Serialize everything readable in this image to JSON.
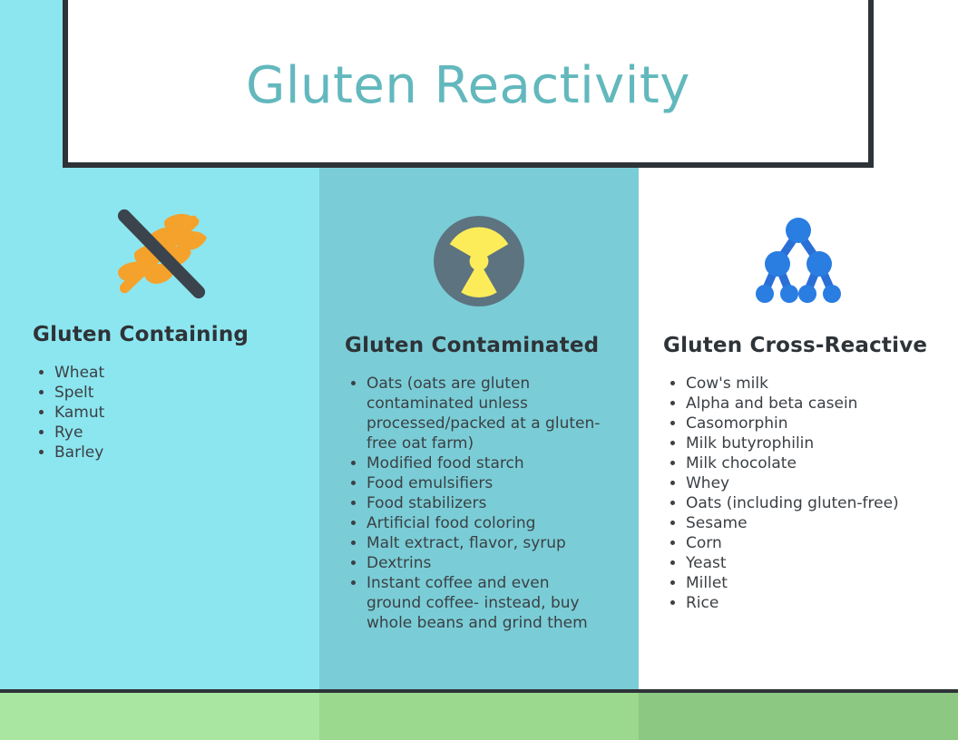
{
  "header": {
    "title": "Gluten Reactivity",
    "title_color": "#62b8bd",
    "border_color": "#2e3338",
    "card_background": "#ffffff"
  },
  "theme": {
    "column_1_background": "#8ce6ef",
    "column_2_background": "#7acdd6",
    "column_3_background": "#ffffff",
    "heading_color": "#2e3338",
    "body_text_color": "#3b4045",
    "footer_strip_1": "#a9e6a2",
    "footer_strip_2": "#9bd98e",
    "footer_strip_3": "#8cc882",
    "footer_divider": "#2e3338"
  },
  "columns": [
    {
      "icon": "no-wheat-icon",
      "icon_colors": {
        "wheat": "#f4a22c",
        "slash": "#3b444c"
      },
      "heading": "Gluten Containing",
      "items": [
        "Wheat",
        "Spelt",
        "Kamut",
        "Rye",
        "Barley"
      ]
    },
    {
      "icon": "radioactive-icon",
      "icon_colors": {
        "circle": "#5d7380",
        "blades": "#fdec5a"
      },
      "heading": "Gluten Contaminated",
      "items": [
        "Oats (oats are gluten contaminated unless processed/packed at a gluten-free oat farm)",
        "Modified food starch",
        "Food emulsifiers",
        "Food stabilizers",
        "Artificial food coloring",
        "Malt extract, flavor, syrup",
        "Dextrins",
        "Instant coffee and even ground coffee- instead, buy whole beans and grind them"
      ]
    },
    {
      "icon": "binary-tree-icon",
      "icon_colors": {
        "nodes": "#2a7de1",
        "edges": "#2a6fd6"
      },
      "heading": "Gluten Cross-Reactive",
      "items": [
        "Cow's milk",
        "Alpha and beta casein",
        "Casomorphin",
        "Milk butyrophilin",
        "Milk chocolate",
        "Whey",
        "Oats (including gluten-free)",
        "Sesame",
        "Corn",
        "Yeast",
        "Millet",
        "Rice"
      ]
    }
  ]
}
